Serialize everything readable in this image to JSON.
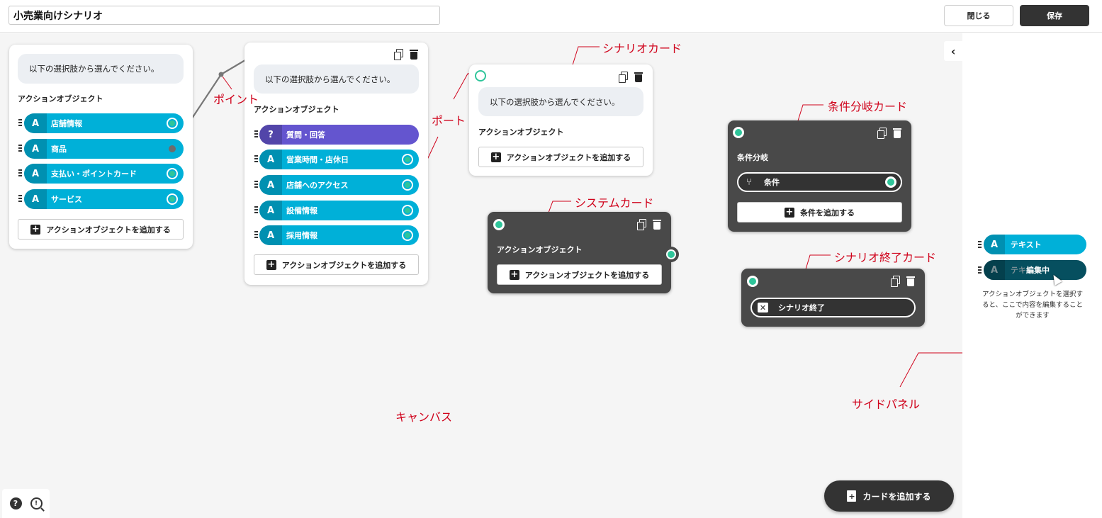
{
  "header": {
    "scenario_title": "小売業向けシナリオ",
    "close_label": "閉じる",
    "save_label": "保存"
  },
  "cards": {
    "prompt_text": "以下の選択肢から選んでください。",
    "action_object_label": "アクションオブジェクト",
    "add_action_label": "アクションオブジェクトを追加する",
    "card1_items": [
      "店舗情報",
      "商品",
      "支払い・ポイントカード",
      "サービス"
    ],
    "card2_items": [
      "質問・回答",
      "営業時間・店休日",
      "店舗へのアクセス",
      "設備情報",
      "採用情報"
    ],
    "branch_title": "条件分岐",
    "branch_condition": "条件",
    "add_condition_label": "条件を追加する",
    "end_label": "シナリオ終了"
  },
  "annotations": {
    "point": "ポイント",
    "port": "ポート",
    "scenario_card": "シナリオカード",
    "system_card": "システムカード",
    "branch_card": "条件分岐カード",
    "end_card": "シナリオ終了カード",
    "canvas": "キャンバス",
    "side_panel": "サイドパネル"
  },
  "side_panel": {
    "text_item": "テキスト",
    "editing_item": "編集中",
    "editing_ghost": "テキ",
    "hint": "アクションオブジェクトを選択すると、ここで内容を編集することができます"
  },
  "fab": {
    "add_card_label": "カードを追加する"
  },
  "icons": {
    "text_glyph": "A",
    "qa_glyph": "?",
    "close_glyph": "✕",
    "help_glyph": "?",
    "chevron_glyph": "‹",
    "plus_glyph": "+"
  },
  "colors": {
    "accent_cyan": "#00b0d8",
    "accent_purple": "#6455cf",
    "port_green": "#2fc59a",
    "dark_card": "#494949",
    "annotation_red": "#d0021b"
  }
}
